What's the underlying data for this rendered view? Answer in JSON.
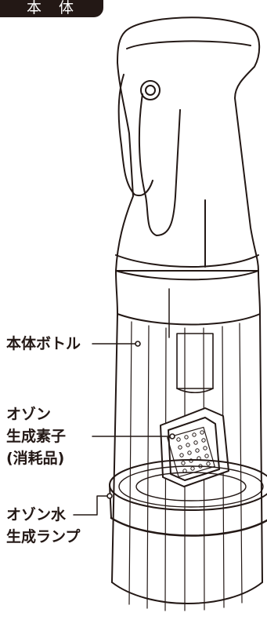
{
  "section_tag": "本 体",
  "labels": {
    "bottle": [
      "本体ボトル"
    ],
    "element": [
      "オゾン",
      "生成素子",
      "(消耗品)"
    ],
    "lamp": [
      "オゾン水",
      "生成ランプ"
    ]
  },
  "colors": {
    "line": "#231815",
    "tag_bg": "#231815",
    "tag_text": "#ffffff",
    "bottle_fill": "#ffffff"
  }
}
